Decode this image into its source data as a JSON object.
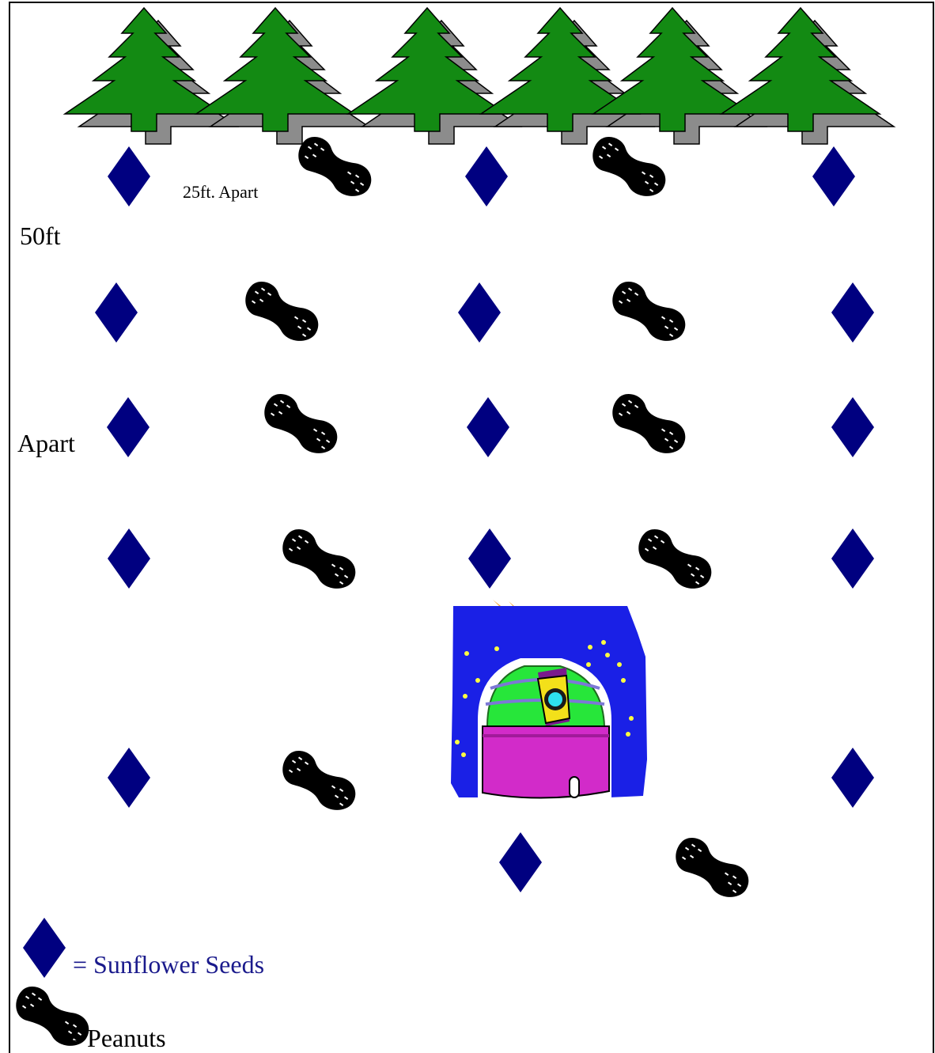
{
  "labels": {
    "spacing_horizontal": "25ft.  Apart",
    "spacing_vertical_top": "50ft",
    "spacing_vertical_bottom": "Apart"
  },
  "legend": {
    "sunflower_label": "= Sunflower Seeds",
    "peanut_label": "= Peanuts"
  },
  "icons": {
    "sunflower": "diamond-icon",
    "peanut": "peanut-icon",
    "tree": "pine-tree-icon",
    "observatory": "observatory-icon"
  },
  "colors": {
    "sunflower": "#000080",
    "peanut": "#000000",
    "tree": "#138a13",
    "legend_text": "#1a1a8c"
  }
}
